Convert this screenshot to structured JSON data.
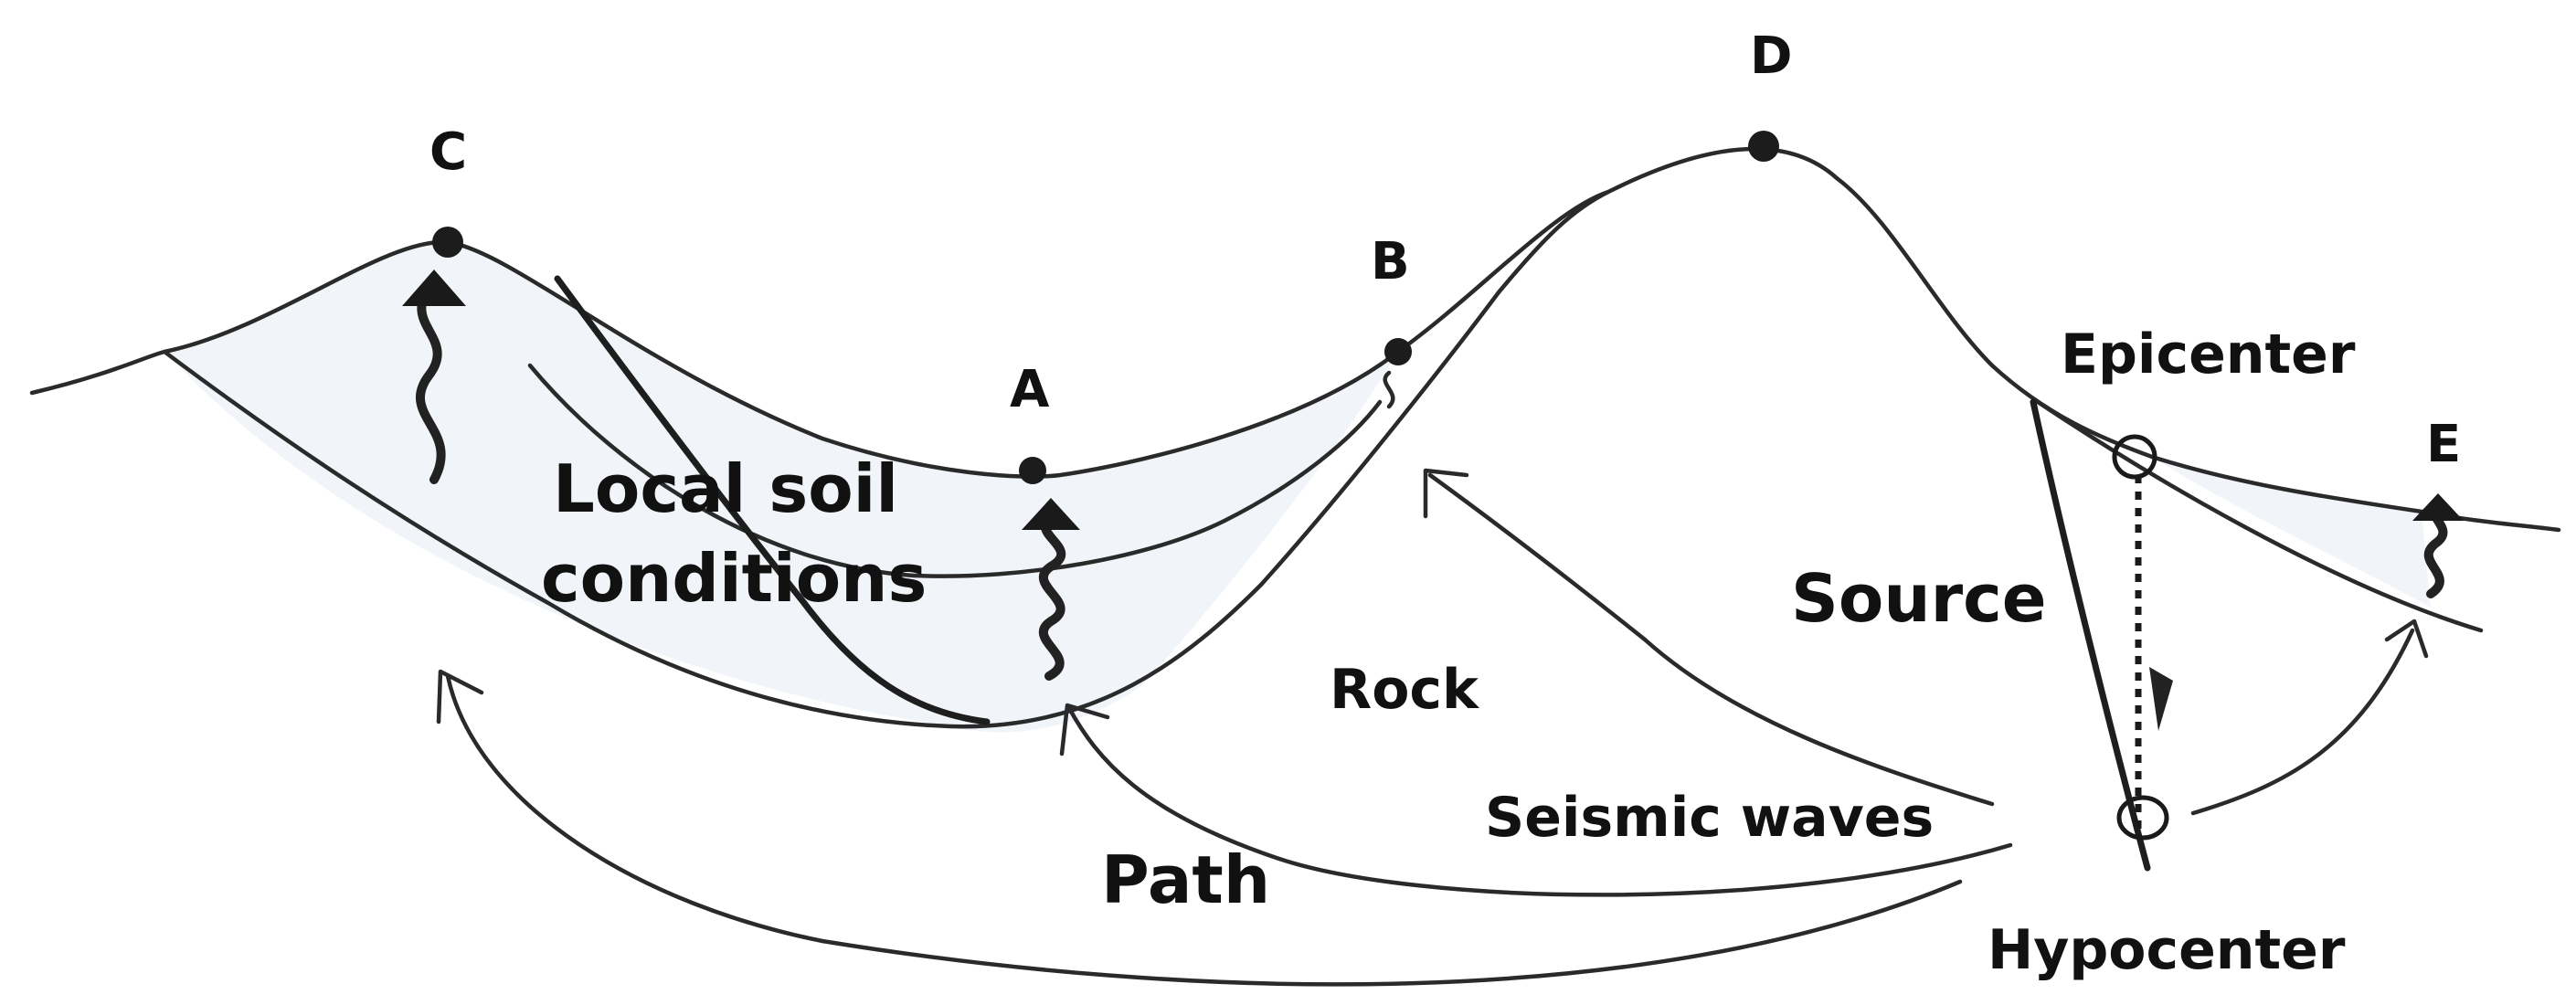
{
  "points": {
    "A": "A",
    "B": "B",
    "C": "C",
    "D": "D",
    "E": "E"
  },
  "labels": {
    "local_soil_line1": "Local soil",
    "local_soil_line2": "conditions",
    "rock": "Rock",
    "source": "Source",
    "path": "Path",
    "seismic_waves": "Seismic waves",
    "epicenter": "Epicenter",
    "hypocenter": "Hypocenter"
  },
  "colors": {
    "line": "#2a2a2a",
    "soil_fill": "#f1f5f9",
    "text": "#111111"
  }
}
